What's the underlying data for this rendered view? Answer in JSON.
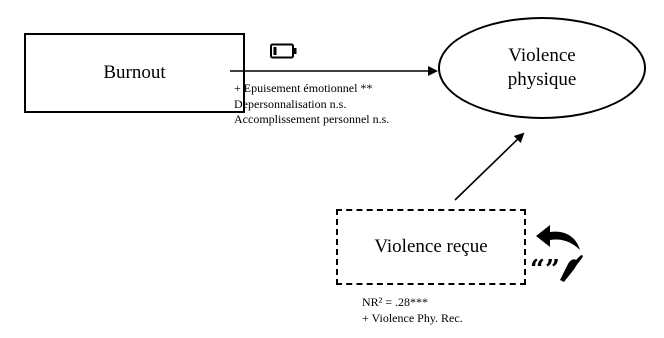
{
  "nodes": {
    "burnout": "Burnout",
    "violence_physique_line1": "Violence",
    "violence_physique_line2": "physique",
    "violence_recue": "Violence reçue"
  },
  "burnout_effects": [
    "+ Epuisement émotionnel **",
    "Depersonnalisation n.s.",
    "Accomplissement personnel n.s."
  ],
  "recue_stats": [
    "NR² = .28***",
    "+ Violence Phy. Rec."
  ],
  "icons": {
    "battery": "low-battery-icon",
    "reciprocity": "reciprocity-hand-quote-icon"
  }
}
